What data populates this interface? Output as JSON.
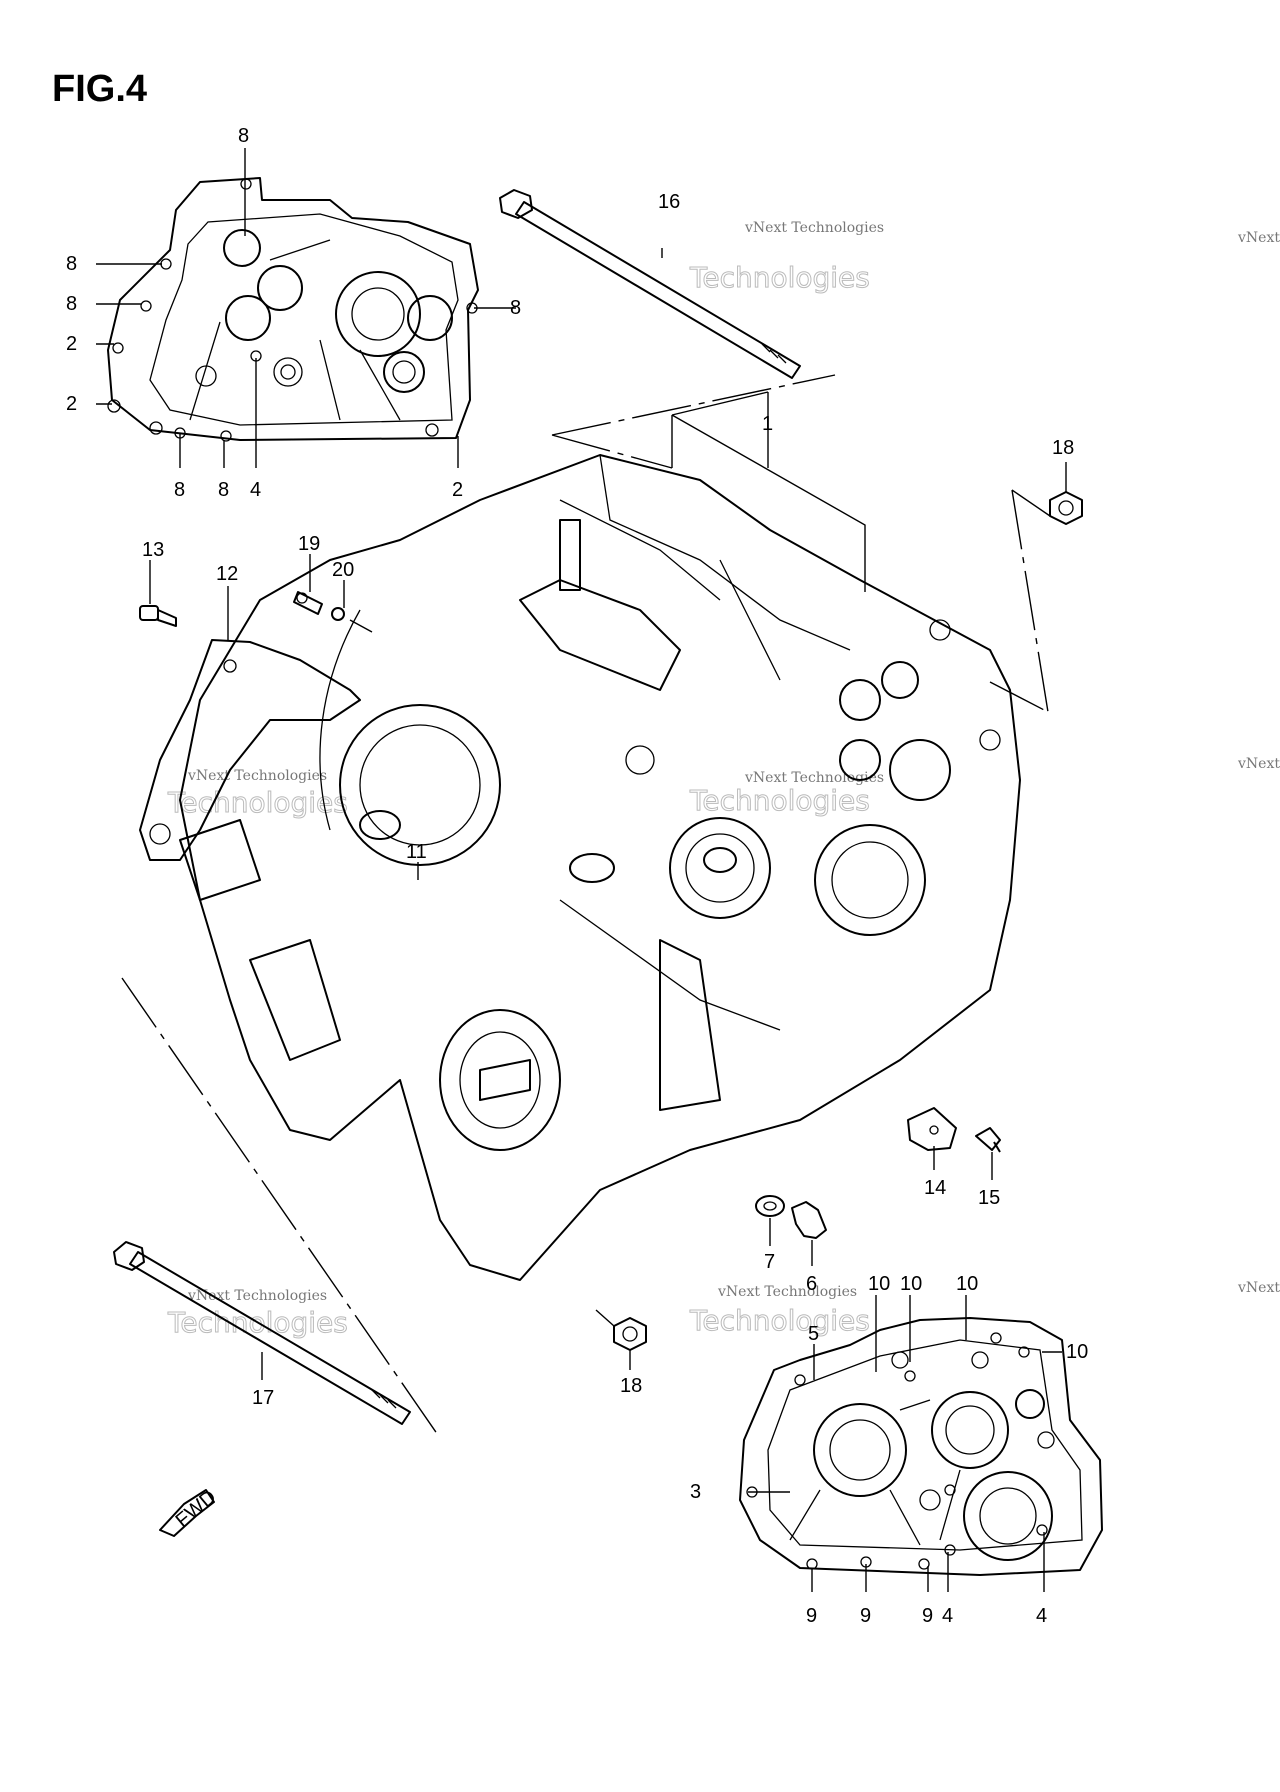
{
  "figure": {
    "title": "FIG.4"
  },
  "fwd_label": "FWD",
  "watermark": {
    "line1": "vNext Technologies",
    "line2": "Technologies",
    "line3": "vNext"
  },
  "callouts": {
    "c1": "1",
    "c2a": "2",
    "c2b": "2",
    "c2c": "2",
    "c3": "3",
    "c4a": "4",
    "c4b": "4",
    "c4c": "4",
    "c5": "5",
    "c6": "6",
    "c7": "7",
    "c8a": "8",
    "c8b": "8",
    "c8c": "8",
    "c8d": "8",
    "c8e": "8",
    "c8f": "8",
    "c9a": "9",
    "c9b": "9",
    "c9c": "9",
    "c10a": "10",
    "c10b": "10",
    "c10c": "10",
    "c10d": "10",
    "c11": "11",
    "c12": "12",
    "c13": "13",
    "c14": "14",
    "c15": "15",
    "c16": "16",
    "c17": "17",
    "c18a": "18",
    "c18b": "18",
    "c19": "19",
    "c20": "20"
  }
}
